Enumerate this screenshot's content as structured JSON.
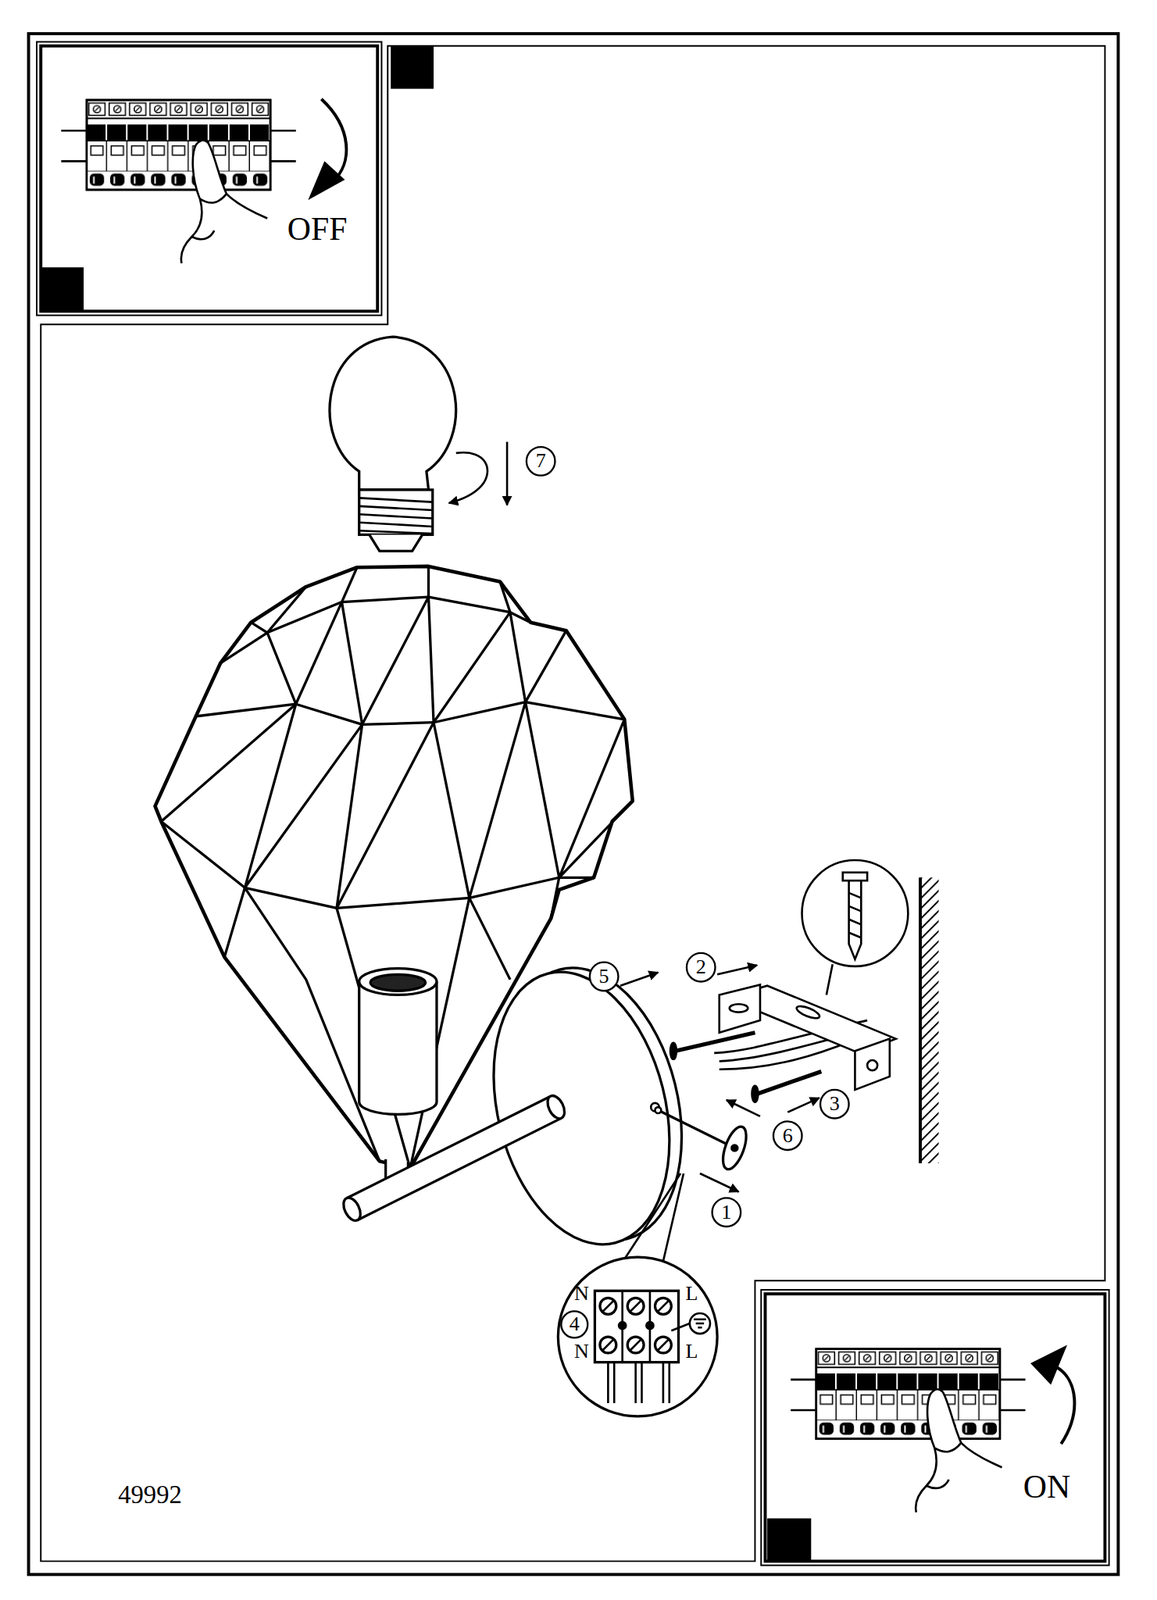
{
  "diagram": {
    "labels": [
      "OFF",
      "7",
      "5",
      "2",
      "3",
      "6",
      "1",
      "N",
      "L",
      "4",
      "N",
      "L",
      "49992",
      "ON"
    ]
  }
}
